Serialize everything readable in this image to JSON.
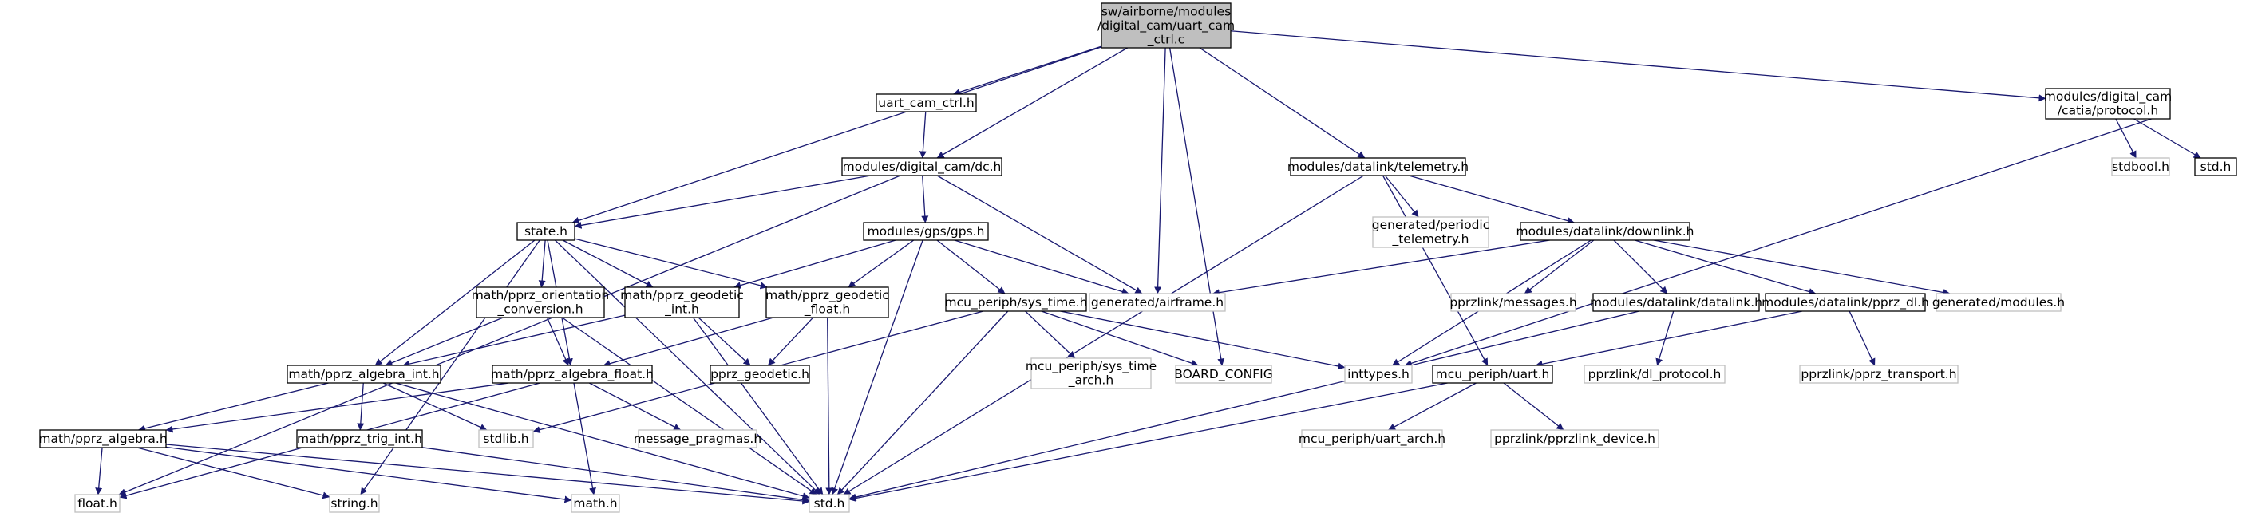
{
  "nodes": [
    {
      "id": "root",
      "lines": [
        "sw/airborne/modules",
        "/digital_cam/uart_cam",
        "_ctrl.c"
      ],
      "style": "root"
    },
    {
      "id": "uart_cam_ctrl_h",
      "lines": [
        "uart_cam_ctrl.h"
      ],
      "style": "normal"
    },
    {
      "id": "dc_h",
      "lines": [
        "modules/digital_cam/dc.h"
      ],
      "style": "normal"
    },
    {
      "id": "state_h",
      "lines": [
        "state.h"
      ],
      "style": "normal"
    },
    {
      "id": "gps_h",
      "lines": [
        "modules/gps/gps.h"
      ],
      "style": "normal"
    },
    {
      "id": "orient_h",
      "lines": [
        "math/pprz_orientation",
        "_conversion.h"
      ],
      "style": "normal"
    },
    {
      "id": "geo_int_h",
      "lines": [
        "math/pprz_geodetic",
        "_int.h"
      ],
      "style": "normal"
    },
    {
      "id": "geo_float_h",
      "lines": [
        "math/pprz_geodetic",
        "_float.h"
      ],
      "style": "normal"
    },
    {
      "id": "sys_time_h",
      "lines": [
        "mcu_periph/sys_time.h"
      ],
      "style": "normal"
    },
    {
      "id": "alg_int_h",
      "lines": [
        "math/pprz_algebra_int.h"
      ],
      "style": "normal"
    },
    {
      "id": "alg_float_h",
      "lines": [
        "math/pprz_algebra_float.h"
      ],
      "style": "normal"
    },
    {
      "id": "pprz_geodetic_h",
      "lines": [
        "pprz_geodetic.h"
      ],
      "style": "normal"
    },
    {
      "id": "alg_h",
      "lines": [
        "math/pprz_algebra.h"
      ],
      "style": "normal"
    },
    {
      "id": "trig_int_h",
      "lines": [
        "math/pprz_trig_int.h"
      ],
      "style": "normal"
    },
    {
      "id": "stdlib_h",
      "lines": [
        "stdlib.h"
      ],
      "style": "gray"
    },
    {
      "id": "msg_pragmas_h",
      "lines": [
        "message_pragmas.h"
      ],
      "style": "gray"
    },
    {
      "id": "float_h",
      "lines": [
        "float.h"
      ],
      "style": "gray"
    },
    {
      "id": "string_h",
      "lines": [
        "string.h"
      ],
      "style": "gray"
    },
    {
      "id": "math_h",
      "lines": [
        "math.h"
      ],
      "style": "gray"
    },
    {
      "id": "std_h",
      "lines": [
        "std.h"
      ],
      "style": "gray"
    },
    {
      "id": "airframe_h",
      "lines": [
        "generated/airframe.h"
      ],
      "style": "gray"
    },
    {
      "id": "board_config",
      "lines": [
        "BOARD_CONFIG"
      ],
      "style": "gray"
    },
    {
      "id": "sys_time_arch_h",
      "lines": [
        "mcu_periph/sys_time",
        "_arch.h"
      ],
      "style": "gray"
    },
    {
      "id": "telemetry_h",
      "lines": [
        "modules/datalink/telemetry.h"
      ],
      "style": "normal"
    },
    {
      "id": "periodic_tel_h",
      "lines": [
        "generated/periodic",
        "_telemetry.h"
      ],
      "style": "gray"
    },
    {
      "id": "downlink_h",
      "lines": [
        "modules/datalink/downlink.h"
      ],
      "style": "normal"
    },
    {
      "id": "messages_h",
      "lines": [
        "pprzlink/messages.h"
      ],
      "style": "gray"
    },
    {
      "id": "datalink_h",
      "lines": [
        "modules/datalink/datalink.h"
      ],
      "style": "normal"
    },
    {
      "id": "pprz_dl_h",
      "lines": [
        "modules/datalink/pprz_dl.h"
      ],
      "style": "normal"
    },
    {
      "id": "gen_modules_h",
      "lines": [
        "generated/modules.h"
      ],
      "style": "gray"
    },
    {
      "id": "inttypes_h",
      "lines": [
        "inttypes.h"
      ],
      "style": "gray"
    },
    {
      "id": "uart_h",
      "lines": [
        "mcu_periph/uart.h"
      ],
      "style": "normal"
    },
    {
      "id": "dl_protocol_h",
      "lines": [
        "pprzlink/dl_protocol.h"
      ],
      "style": "gray"
    },
    {
      "id": "pprz_transport_h",
      "lines": [
        "pprzlink/pprz_transport.h"
      ],
      "style": "gray"
    },
    {
      "id": "uart_arch_h",
      "lines": [
        "mcu_periph/uart_arch.h"
      ],
      "style": "gray"
    },
    {
      "id": "pprzlink_device_h",
      "lines": [
        "pprzlink/pprzlink_device.h"
      ],
      "style": "gray"
    },
    {
      "id": "catia_protocol_h",
      "lines": [
        "modules/digital_cam",
        "/catia/protocol.h"
      ],
      "style": "normal"
    },
    {
      "id": "stdbool_h",
      "lines": [
        "stdbool.h"
      ],
      "style": "gray"
    },
    {
      "id": "std_h_2",
      "lines": [
        "std.h"
      ],
      "style": "normal"
    }
  ],
  "edges": [
    [
      "root",
      "uart_cam_ctrl_h"
    ],
    [
      "root",
      "dc_h"
    ],
    [
      "root",
      "state_h"
    ],
    [
      "root",
      "airframe_h"
    ],
    [
      "root",
      "board_config"
    ],
    [
      "root",
      "telemetry_h"
    ],
    [
      "root",
      "catia_protocol_h"
    ],
    [
      "uart_cam_ctrl_h",
      "dc_h"
    ],
    [
      "dc_h",
      "state_h"
    ],
    [
      "dc_h",
      "gps_h"
    ],
    [
      "dc_h",
      "airframe_h"
    ],
    [
      "dc_h",
      "float_h"
    ],
    [
      "state_h",
      "orient_h"
    ],
    [
      "state_h",
      "geo_int_h"
    ],
    [
      "state_h",
      "geo_float_h"
    ],
    [
      "state_h",
      "alg_int_h"
    ],
    [
      "state_h",
      "alg_float_h"
    ],
    [
      "state_h",
      "std_h"
    ],
    [
      "state_h",
      "string_h"
    ],
    [
      "gps_h",
      "geo_int_h"
    ],
    [
      "gps_h",
      "geo_float_h"
    ],
    [
      "gps_h",
      "sys_time_h"
    ],
    [
      "gps_h",
      "airframe_h"
    ],
    [
      "gps_h",
      "std_h"
    ],
    [
      "orient_h",
      "alg_int_h"
    ],
    [
      "orient_h",
      "alg_float_h"
    ],
    [
      "orient_h",
      "std_h"
    ],
    [
      "geo_int_h",
      "alg_int_h"
    ],
    [
      "geo_int_h",
      "pprz_geodetic_h"
    ],
    [
      "geo_int_h",
      "std_h"
    ],
    [
      "geo_float_h",
      "alg_float_h"
    ],
    [
      "geo_float_h",
      "pprz_geodetic_h"
    ],
    [
      "geo_float_h",
      "std_h"
    ],
    [
      "sys_time_h",
      "sys_time_arch_h"
    ],
    [
      "sys_time_h",
      "board_config"
    ],
    [
      "sys_time_h",
      "inttypes_h"
    ],
    [
      "sys_time_h",
      "stdlib_h"
    ],
    [
      "sys_time_h",
      "std_h"
    ],
    [
      "alg_int_h",
      "alg_h"
    ],
    [
      "alg_int_h",
      "trig_int_h"
    ],
    [
      "alg_int_h",
      "stdlib_h"
    ],
    [
      "alg_int_h",
      "std_h"
    ],
    [
      "alg_float_h",
      "alg_h"
    ],
    [
      "alg_float_h",
      "msg_pragmas_h"
    ],
    [
      "alg_float_h",
      "math_h"
    ],
    [
      "alg_float_h",
      "float_h"
    ],
    [
      "alg_h",
      "float_h"
    ],
    [
      "alg_h",
      "string_h"
    ],
    [
      "alg_h",
      "math_h"
    ],
    [
      "alg_h",
      "std_h"
    ],
    [
      "trig_int_h",
      "std_h"
    ],
    [
      "telemetry_h",
      "periodic_tel_h"
    ],
    [
      "telemetry_h",
      "downlink_h"
    ],
    [
      "telemetry_h",
      "uart_h"
    ],
    [
      "telemetry_h",
      "std_h"
    ],
    [
      "downlink_h",
      "airframe_h"
    ],
    [
      "downlink_h",
      "messages_h"
    ],
    [
      "downlink_h",
      "datalink_h"
    ],
    [
      "downlink_h",
      "pprz_dl_h"
    ],
    [
      "downlink_h",
      "gen_modules_h"
    ],
    [
      "downlink_h",
      "inttypes_h"
    ],
    [
      "datalink_h",
      "dl_protocol_h"
    ],
    [
      "datalink_h",
      "std_h"
    ],
    [
      "pprz_dl_h",
      "uart_h"
    ],
    [
      "pprz_dl_h",
      "pprz_transport_h"
    ],
    [
      "uart_h",
      "uart_arch_h"
    ],
    [
      "uart_h",
      "pprzlink_device_h"
    ],
    [
      "uart_h",
      "std_h"
    ],
    [
      "catia_protocol_h",
      "stdbool_h"
    ],
    [
      "catia_protocol_h",
      "std_h_2"
    ],
    [
      "catia_protocol_h",
      "inttypes_h"
    ]
  ],
  "colors": {
    "edge": "#191970",
    "normal_border": "#000000",
    "gray_border": "#bfbfbf",
    "root_fill": "#bfbfbf",
    "text": "#000000"
  }
}
